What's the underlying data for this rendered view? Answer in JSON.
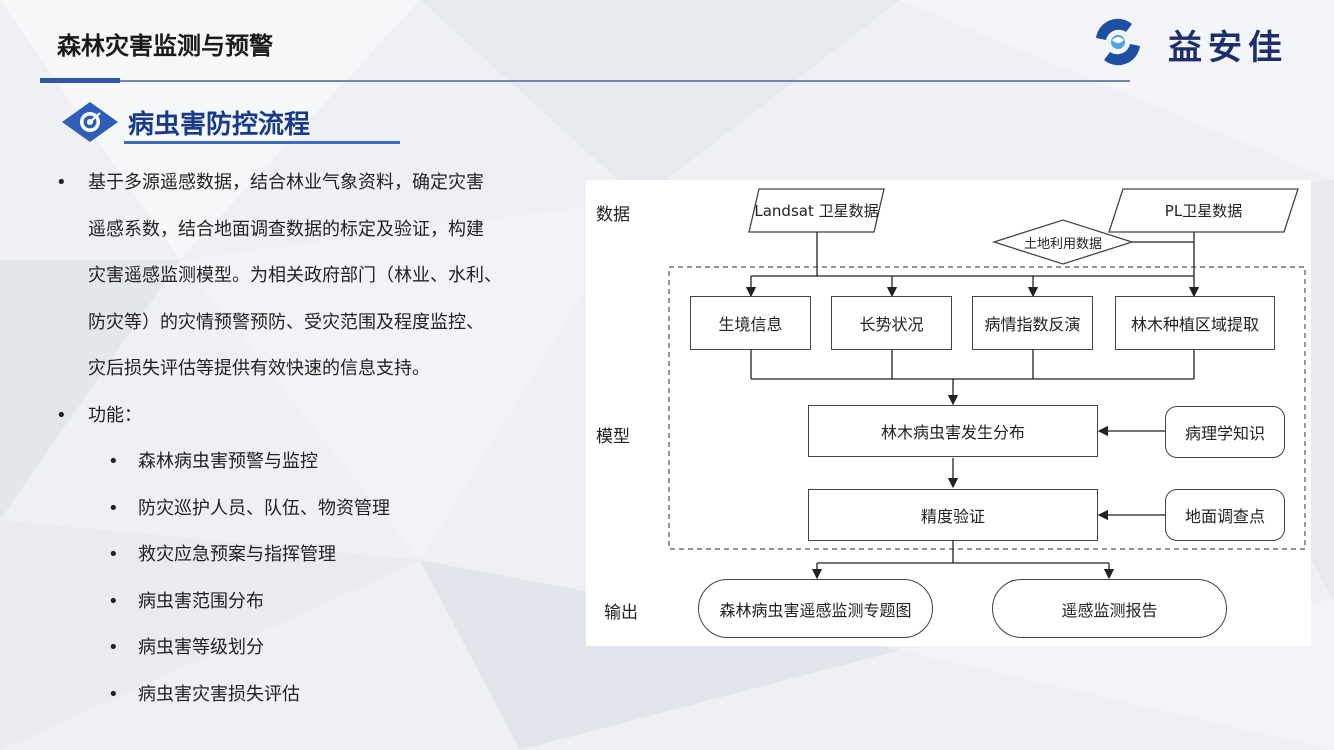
{
  "header": {
    "title": "森林灾害监测与预警",
    "brand": "益安佳"
  },
  "section": {
    "title": "病虫害防控流程"
  },
  "bullets": {
    "main": [
      "基于多源遥感数据，结合林业气象资料，确定灾害",
      "遥感系数，结合地面调查数据的标定及验证，构建",
      "灾害遥感监测模型。为相关政府部门（林业、水利、",
      "防灾等）的灾情预警预防、受灾范围及程度监控、",
      "灾后损失评估等提供有效快速的信息支持。"
    ],
    "function_label": "功能：",
    "functions": [
      "森林病虫害预警与监控",
      "防灾巡护人员、队伍、物资管理",
      "救灾应急预案与指挥管理",
      "病虫害范围分布",
      "病虫害等级划分",
      "病虫害灾害损失评估"
    ],
    "dot": "•"
  },
  "diagram": {
    "row_data": "数据",
    "row_model": "模型",
    "row_output": "输出",
    "landsat": "Landsat 卫星数据",
    "pl": "PL卫星数据",
    "landuse": "土地利用数据",
    "f1": "生境信息",
    "f2": "长势状况",
    "f3": "病情指数反演",
    "f4": "林木种植区域提取",
    "model": "林木病虫害发生分布",
    "pathology": "病理学知识",
    "accuracy": "精度验证",
    "ground": "地面调查点",
    "out1": "森林病虫害遥感监测专题图",
    "out2": "遥感监测报告"
  }
}
